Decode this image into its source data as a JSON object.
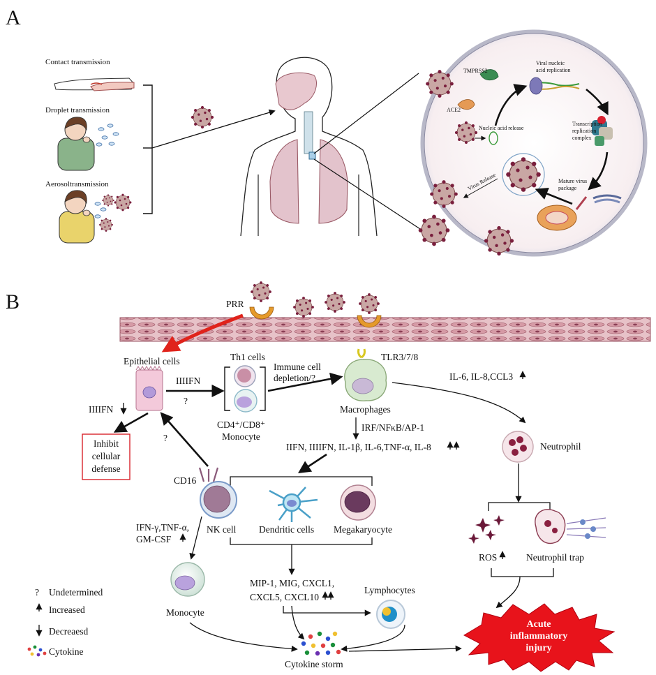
{
  "panel_a": {
    "label": "A",
    "transmission": {
      "contact": "Contact transmission",
      "droplet": "Droplet transmission",
      "aerosol": "Aerosoltransmission"
    },
    "cycle": {
      "tmprss2": "TMPRSS2",
      "ace2": "ACE2",
      "viral_replication_line1": "Viral nucleic",
      "viral_replication_line2": "acid replication",
      "nucleic_release": "Nucleic acid release",
      "transcription_line1": "Transcription",
      "transcription_line2": "replication",
      "transcription_line3": "complex",
      "virus_release": "Virus Release",
      "mature_line1": "Mature virus",
      "mature_line2": "package"
    }
  },
  "panel_b": {
    "label": "B",
    "prr": "PRR",
    "epithelial": "Epithelial  cells",
    "th1": "Th1 cells",
    "iiiifn_arrow": "IIIIFN",
    "q1": "?",
    "q2": "?",
    "immune_depletion_line1": "Immune cell",
    "immune_depletion_line2": "depletion/?",
    "tlr": "TLR3/7/8",
    "il_ccl": "IL-6, IL-8,CCL3",
    "macrophages": "Macrophages",
    "cd4cd8": "CD4⁺/CD8⁺",
    "monocyte_top": "Monocyte",
    "iiiifn_down": "IIIIFN",
    "inhibit_line1": "Inhibit",
    "inhibit_line2": "cellular",
    "inhibit_line3": "defense",
    "irf": "IRF/NFκB/AP-1",
    "cytokines_main": "IIFN, IIIIFN, IL-1β, IL-6,TNF-α, IL-8",
    "neutrophil": "Neutrophil",
    "cd16": "CD16",
    "ifn_line1": "IFN-γ,TNF-α,",
    "ifn_line2": "GM-CSF",
    "nk": "NK cell",
    "dendritic": "Dendritic cells",
    "megakaryocyte": "Megakaryocyte",
    "ros": "ROS",
    "neutrophil_trap": "Neutrophil trap",
    "mip_line1": "MIP-1, MIG, CXCL1,",
    "mip_line2": "CXCL5, CXCL10",
    "lymphocytes": "Lymphocytes",
    "monocyte_bottom": "Monocyte",
    "cytokine_storm": "Cytokine storm",
    "injury_line1": "Acute",
    "injury_line2": "inflammatory",
    "injury_line3": "injury"
  },
  "legend": {
    "undetermined": "Undetermined",
    "increased": "Increased",
    "decreased": "Decreaesd",
    "cytokine": "Cytokine"
  },
  "colors": {
    "virus_body": "#c9a7a4",
    "virus_spike": "#7a1f3d",
    "injury_fill": "#e8131b",
    "epithelium": "#c48a94",
    "inhibit_border": "#d8232a",
    "prr_receptor": "#e59a2b",
    "red_arrow": "#e0231b"
  }
}
